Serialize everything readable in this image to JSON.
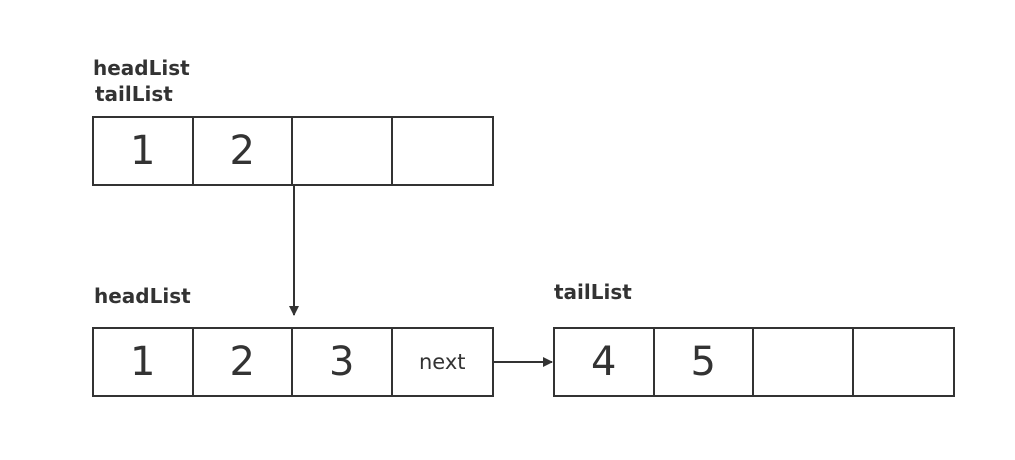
{
  "top": {
    "labels": [
      "headList",
      "tailList"
    ],
    "cells": [
      "1",
      "2",
      "",
      ""
    ]
  },
  "bottom_left": {
    "label": "headList",
    "cells": [
      "1",
      "2",
      "3",
      "next"
    ]
  },
  "bottom_right": {
    "label": "tailList",
    "cells": [
      "4",
      "5",
      "",
      ""
    ]
  }
}
